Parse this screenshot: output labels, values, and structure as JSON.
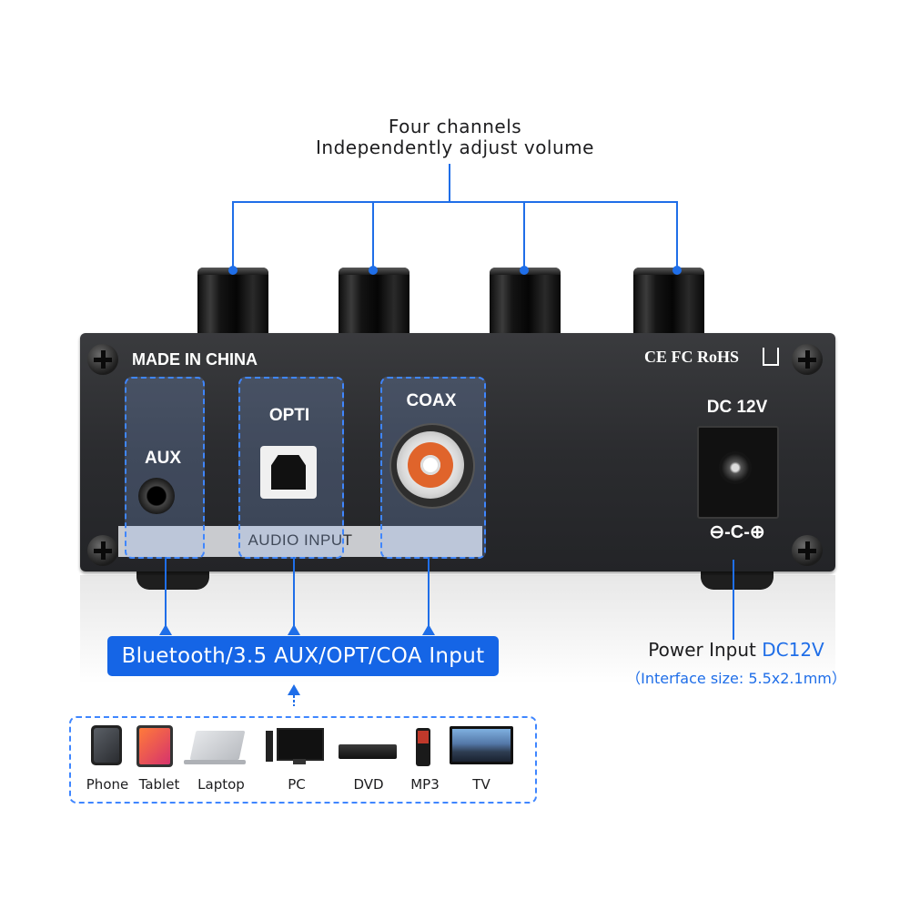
{
  "header": {
    "line1": "Four channels",
    "line2": "Independently adjust volume"
  },
  "panel": {
    "made_in": "MADE IN CHINA",
    "certifications": "CE FC RoHS",
    "aux_label": "AUX",
    "opti_label": "OPTI",
    "coax_label": "COAX",
    "audio_input_label": "AUDIO INPUT",
    "dc_label": "DC 12V",
    "polarity_symbol": "⊖-C-⊕"
  },
  "callouts": {
    "input_banner": "Bluetooth/3.5 AUX/OPT/COA Input",
    "power_input_prefix": "Power Input",
    "power_input_value": "DC12V",
    "interface_size": "（Interface size: 5.5x2.1mm）"
  },
  "devices": [
    {
      "label": "Phone",
      "icon": "phone-icon"
    },
    {
      "label": "Tablet",
      "icon": "tablet-icon"
    },
    {
      "label": "Laptop",
      "icon": "laptop-icon"
    },
    {
      "label": "PC",
      "icon": "pc-icon"
    },
    {
      "label": "DVD",
      "icon": "dvd-icon"
    },
    {
      "label": "MP3",
      "icon": "mp3-icon"
    },
    {
      "label": "TV",
      "icon": "tv-icon"
    }
  ],
  "colors": {
    "accent_blue": "#1f6ee8",
    "panel_dark": "#2b2c2f",
    "rca_orange": "#e0642b"
  }
}
